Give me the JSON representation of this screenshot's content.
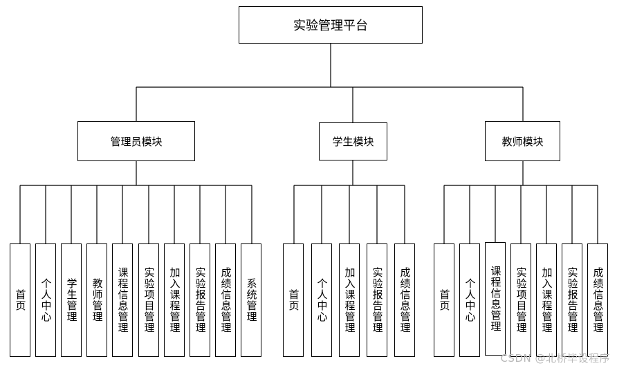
{
  "root": {
    "label": "实验管理平台"
  },
  "modules": [
    {
      "label": "管理员模块",
      "items": [
        "首页",
        "个人中心",
        "学生管理",
        "教师管理",
        "课程信息管理",
        "实验项目管理",
        "加入课程管理",
        "实验报告管理",
        "成绩信息管理",
        "系统管理"
      ]
    },
    {
      "label": "学生模块",
      "items": [
        "首页",
        "个人中心",
        "加入课程管理",
        "实验报告管理",
        "成绩信息管理"
      ]
    },
    {
      "label": "教师模块",
      "items": [
        "首页",
        "个人中心",
        "课程信息管理",
        "实验项目管理",
        "加入课程管理",
        "实验报告管理",
        "成绩信息管理"
      ]
    }
  ],
  "watermark": "CSDN @北桥毕设程序"
}
